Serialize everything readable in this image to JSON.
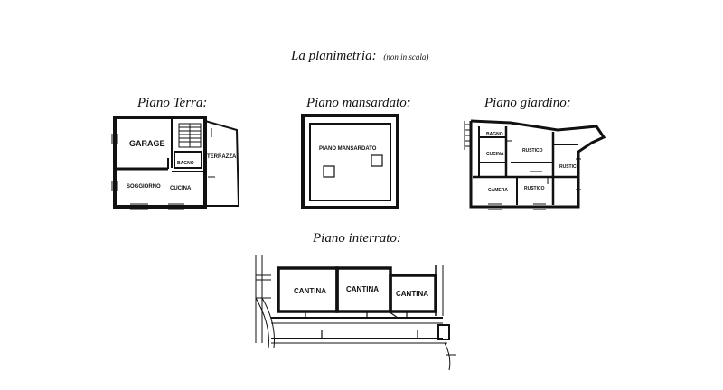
{
  "heading": {
    "title": "La planimetria:",
    "note": "(non in scala)"
  },
  "plans": {
    "terra": {
      "title": "Piano Terra:",
      "rooms": {
        "garage": "GARAGE",
        "bagno": "BAGNO",
        "terrazza": "TERRAZZA",
        "soggiorno": "SOGGIORNO",
        "cucina": "CUCINA"
      }
    },
    "mansardato": {
      "title": "Piano mansardato:",
      "rooms": {
        "mansardato": "PIANO MANSARDATO"
      }
    },
    "giardino": {
      "title": "Piano giardino:",
      "rooms": {
        "bagno": "BAGNO",
        "cucina": "CUCINA",
        "rustico1": "RUSTICO",
        "rustico2": "RUSTICO",
        "camera": "CAMERA",
        "rustico3": "RUSTICO"
      }
    },
    "interrato": {
      "title": "Piano interrato:",
      "rooms": {
        "cantina1": "CANTINA",
        "cantina2": "CANTINA",
        "cantina3": "CANTINA"
      }
    }
  }
}
